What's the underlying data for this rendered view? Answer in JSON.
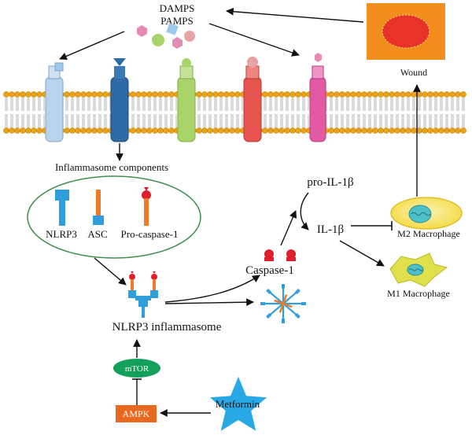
{
  "labels": {
    "damps": "DAMPS",
    "pamps": "PAMPS",
    "wound": "Wound",
    "inflammasome_components": "Inflammasome components",
    "nlrp3": "NLRP3",
    "asc": "ASC",
    "pro_caspase": "Pro-caspase-1",
    "nlrp3_inflammasome": "NLRP3 inflammasome",
    "caspase1": "Caspase-1",
    "pro_il1b": "pro-IL-1β",
    "il1b": "IL-1β",
    "m2": "M2 Macrophage",
    "m1": "M1 Macrophage",
    "mtor": "mTOR",
    "ampk": "AMPK",
    "metformin": "Metformin"
  },
  "colors": {
    "wound_bg": "#f28c1c",
    "wound_core": "#e8322a",
    "membrane_head": "#e8a21a",
    "nlrp3_blue": "#2f9fdc",
    "asc_orange": "#ef7b2a",
    "caspase_red": "#e01e2e",
    "mtor_green": "#13a05a",
    "ampk_orange": "#e8681e",
    "metformin_blue": "#29a8e6",
    "oval_stroke": "#3f8f4f",
    "m2_yellow": "#f6df4c",
    "m1_yellow": "#dfe04a"
  }
}
